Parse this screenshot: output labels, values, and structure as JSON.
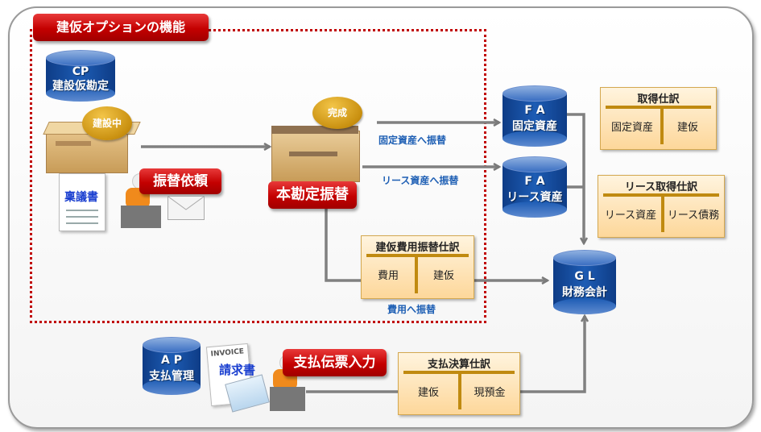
{
  "title": "建仮オプションの機能",
  "databases": {
    "cp": {
      "code": "CP",
      "name": "建設仮勘定"
    },
    "fa_fixed": {
      "code": "F A",
      "name": "固定資産"
    },
    "fa_lease": {
      "code": "F A",
      "name": "リース資産"
    },
    "gl": {
      "code": "G L",
      "name": "財務会計"
    },
    "ap": {
      "code": "A P",
      "name": "支払管理"
    }
  },
  "badges": {
    "under_construction": "建設中",
    "completed": "完成"
  },
  "actions": {
    "transfer_request": "振替依頼",
    "main_account_transfer": "本勘定振替",
    "payment_slip_entry": "支払伝票入力"
  },
  "documents": {
    "proposal": "稟議書",
    "invoice_header": "INVOICE",
    "invoice": "請求書"
  },
  "flow_labels": {
    "to_fixed_asset": "固定資産へ振替",
    "to_lease_asset": "リース資産へ振替",
    "to_expense": "費用へ振替"
  },
  "journals": {
    "acquisition": {
      "title": "取得仕訳",
      "debit": "固定資産",
      "credit": "建仮"
    },
    "lease_acquisition": {
      "title": "リース取得仕訳",
      "debit": "リース資産",
      "credit": "リース債務"
    },
    "expense_transfer": {
      "title": "建仮費用振替仕訳",
      "debit": "費用",
      "credit": "建仮"
    },
    "payment_settlement": {
      "title": "支払決算仕訳",
      "debit": "建仮",
      "credit": "現預金"
    }
  },
  "colors": {
    "accent_red": "#c00000",
    "db_blue": "#1d5cb4",
    "label_blue": "#1e5fb4",
    "ledger_gold": "#c08a10"
  }
}
